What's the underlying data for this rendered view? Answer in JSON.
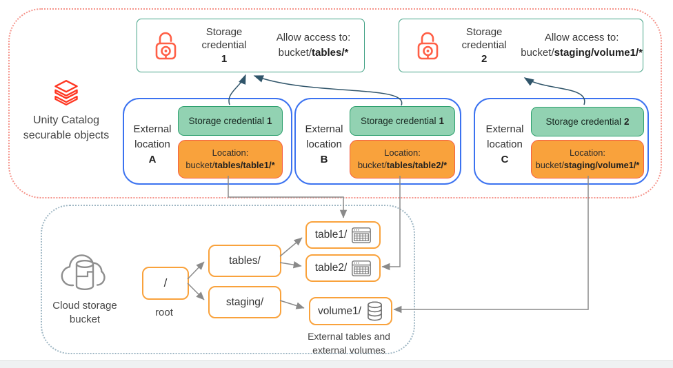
{
  "unity": {
    "label_line1": "Unity Catalog",
    "label_line2": "securable objects",
    "credentials": [
      {
        "title_line1": "Storage",
        "title_line2": "credential",
        "number": "1",
        "allow_line": "Allow access to:",
        "path_prefix": "bucket/",
        "path_bold": "tables/*"
      },
      {
        "title_line1": "Storage",
        "title_line2": "credential",
        "number": "2",
        "allow_line": "Allow access to:",
        "path_prefix": "bucket/",
        "path_bold": "staging/volume1/*"
      }
    ],
    "locations": [
      {
        "word1": "External",
        "word2": "location",
        "letter": "A",
        "credential_label": "Storage credential",
        "credential_number": "1",
        "location_label": "Location:",
        "path_prefix": "bucket/",
        "path_bold": "tables/table1/*"
      },
      {
        "word1": "External",
        "word2": "location",
        "letter": "B",
        "credential_label": "Storage credential",
        "credential_number": "1",
        "location_label": "Location:",
        "path_prefix": "bucket/",
        "path_bold": "tables/table2/*"
      },
      {
        "word1": "External",
        "word2": "location",
        "letter": "C",
        "credential_label": "Storage credential",
        "credential_number": "2",
        "location_label": "Location:",
        "path_prefix": "bucket/",
        "path_bold": "staging/volume1/*"
      }
    ]
  },
  "bucket": {
    "label_line1": "Cloud storage",
    "label_line2": "bucket",
    "root_text": "/",
    "root_caption": "root",
    "folders": [
      {
        "text": "tables/"
      },
      {
        "text": "staging/"
      }
    ],
    "leaves": [
      {
        "text": "table1/",
        "icon": "table-icon"
      },
      {
        "text": "table2/",
        "icon": "table-icon"
      },
      {
        "text": "volume1/",
        "icon": "volume-icon"
      }
    ],
    "caption_line1": "External tables and",
    "caption_line2": "external volumes"
  },
  "icons": {
    "logo": "databricks-logo-icon",
    "credential": "lock-icon",
    "storage": "cloud-bucket-icon",
    "table": "table-icon",
    "volume": "volume-icon"
  },
  "colors": {
    "logo_red": "#FF3621",
    "lock_salmon": "#FF5F46",
    "green_fill": "#92D2B2",
    "green_border": "#2C9F6D",
    "credential_box_border": "#41A184",
    "blue_border": "#3B72F0",
    "orange_fill": "#F9A23C",
    "orange_border": "#F55D43",
    "zone_red_dotted": "#F5938A",
    "zone_blue_dotted": "#9FB7C4",
    "arrow_gray": "#8A8A8A",
    "arrow_teal": "#30556A"
  }
}
